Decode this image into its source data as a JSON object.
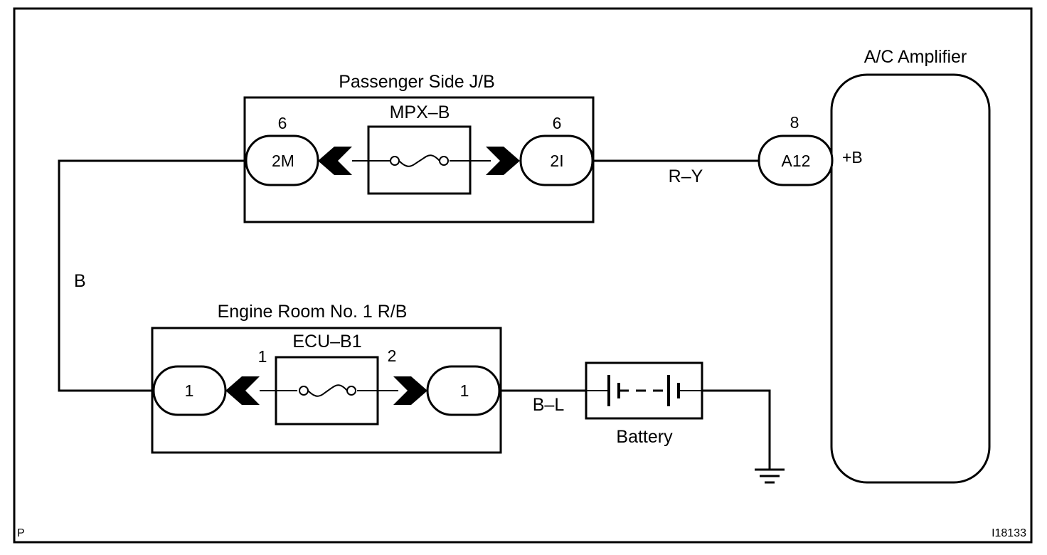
{
  "labels": {
    "passenger_jb": "Passenger Side J/B",
    "mpx_b": "MPX–B",
    "ac_amplifier": "A/C Amplifier",
    "engine_room_rb": "Engine Room No. 1 R/B",
    "ecu_b1": "ECU–B1",
    "battery": "Battery"
  },
  "wires": {
    "b": "B",
    "r_y": "R–Y",
    "b_l": "B–L"
  },
  "connectors": {
    "jb_left": {
      "name": "2M",
      "pin": "6"
    },
    "jb_right": {
      "name": "2I",
      "pin": "6"
    },
    "amp": {
      "name": "A12",
      "pin": "8",
      "terminal": "+B"
    },
    "rb_left": {
      "name": "1",
      "pin": "1"
    },
    "rb_right": {
      "name": "1",
      "pin": "2"
    }
  },
  "corner": {
    "left": "P",
    "right": "I18133"
  }
}
